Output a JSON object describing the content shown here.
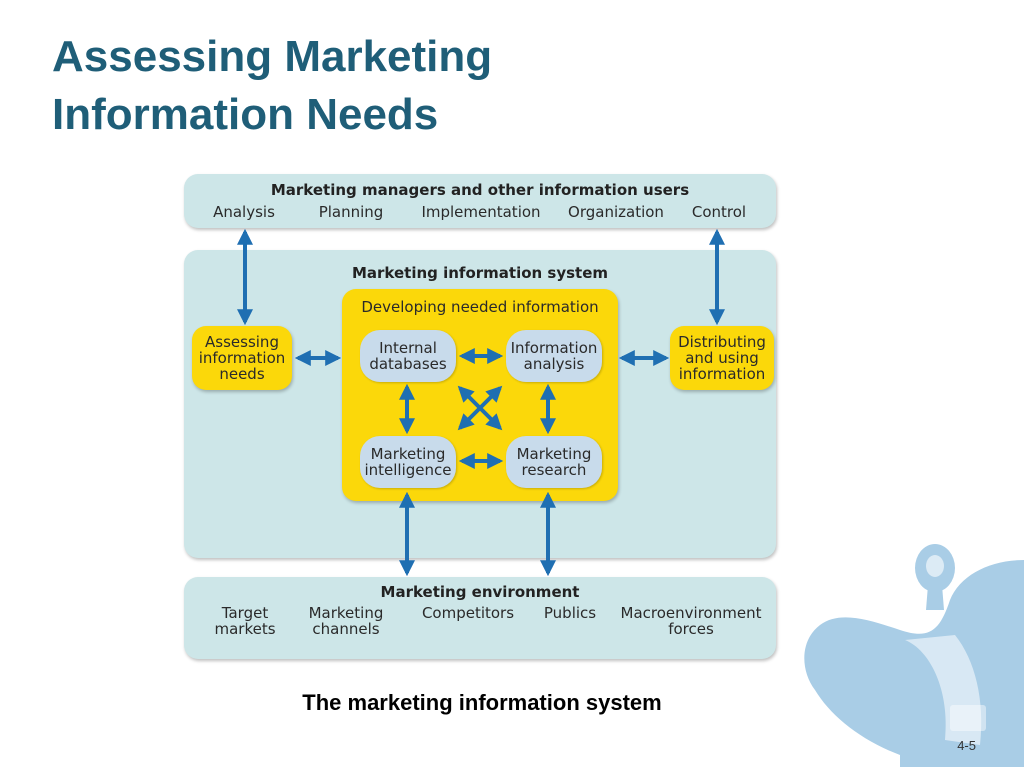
{
  "slide": {
    "title_line1": "Assessing Marketing",
    "title_line2": "Information Needs",
    "caption": "The marketing information system",
    "page_number": "4-5"
  },
  "diagram": {
    "top_band": {
      "title": "Marketing managers and other information users",
      "items": [
        "Analysis",
        "Planning",
        "Implementation",
        "Organization",
        "Control"
      ]
    },
    "middle_band": {
      "title": "Marketing information system",
      "left_node": "Assessing\ninformation\nneeds",
      "right_node": "Distributing\nand using\ninformation",
      "center": {
        "title": "Developing needed information",
        "internal_databases": "Internal\ndatabases",
        "information_analysis": "Information\nanalysis",
        "marketing_intelligence": "Marketing\nintelligence",
        "marketing_research": "Marketing\nresearch"
      }
    },
    "bottom_band": {
      "title": "Marketing environment",
      "items": [
        "Target\nmarkets",
        "Marketing\nchannels",
        "Competitors",
        "Publics",
        "Macroenvironment\nforces"
      ]
    }
  },
  "colors": {
    "title": "#1f5e78",
    "band": "#cde6e8",
    "yellow": "#fbd80a",
    "pill": "#c8dbeb",
    "arrow": "#1f6fb2",
    "decor": "#a9cde6"
  }
}
